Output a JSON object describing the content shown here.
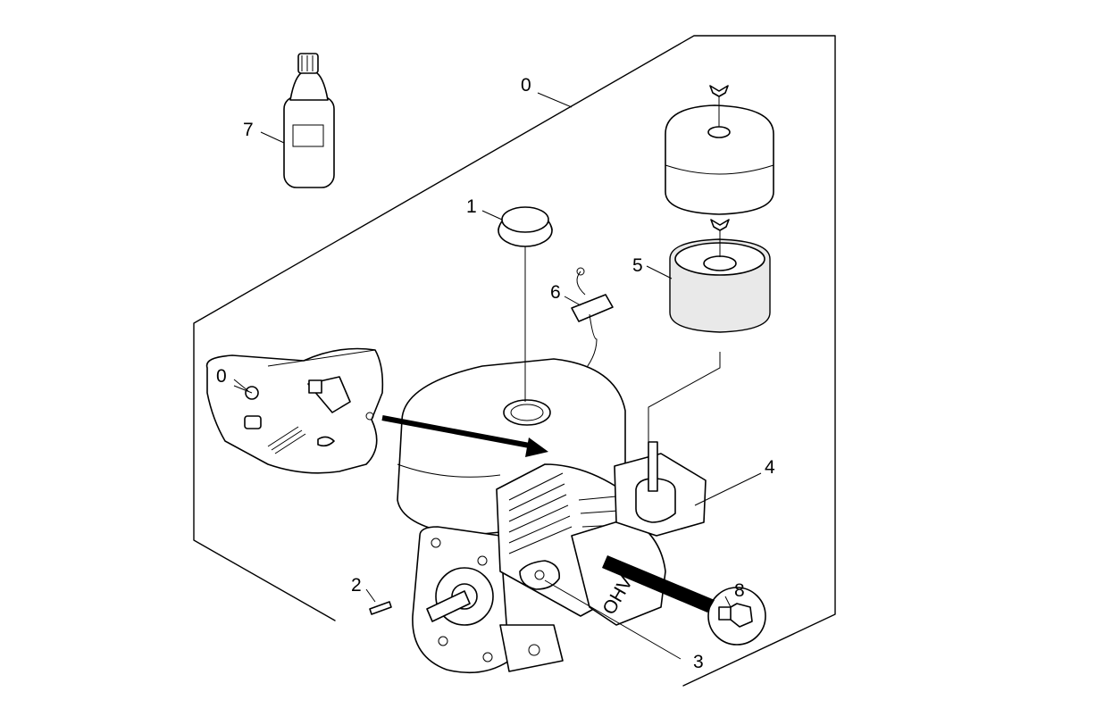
{
  "diagram": {
    "callouts": [
      {
        "id": "c0-top",
        "label": "0"
      },
      {
        "id": "c0-detail",
        "label": "0"
      },
      {
        "id": "c1",
        "label": "1"
      },
      {
        "id": "c2",
        "label": "2"
      },
      {
        "id": "c3",
        "label": "3"
      },
      {
        "id": "c4",
        "label": "4"
      },
      {
        "id": "c5",
        "label": "5"
      },
      {
        "id": "c6",
        "label": "6"
      },
      {
        "id": "c7",
        "label": "7"
      },
      {
        "id": "c8",
        "label": "8"
      }
    ],
    "engine_badge": "OHV"
  }
}
